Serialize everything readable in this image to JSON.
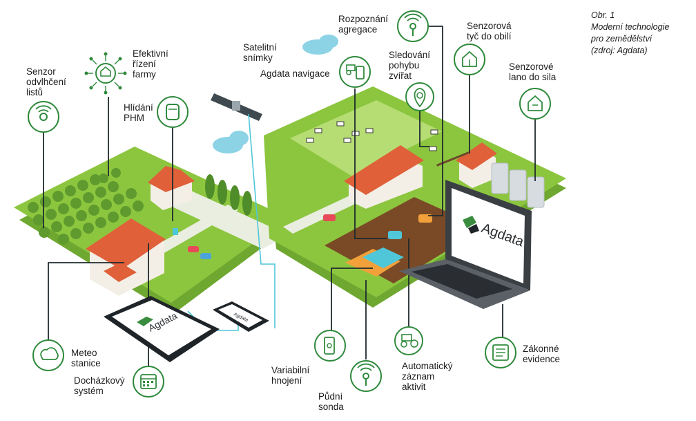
{
  "caption": {
    "figure_no": "Obr. 1",
    "title_line1": "Moderní technologie",
    "title_line2": "pro zemědělství",
    "source": "(zdroj: Agdata)"
  },
  "brand": "Agdata",
  "colors": {
    "icon_green": "#2f8a3c",
    "grass": "#8cc63f",
    "grass_dark": "#6fa830",
    "roof": "#e0603a",
    "line_dark": "#1f2a2e",
    "line_cyan": "#4fc7d9"
  },
  "labels": {
    "senzor_listu": "Senzor\nodvlhčení\nlistů",
    "efektivni_rizeni": "Efektivní\nřízení\nfarmy",
    "hlidani_phm": "Hlídání\nPHM",
    "satelitni_snimky": "Satelitní\nsnímky",
    "agdata_navigace": "Agdata navigace",
    "rozpoznani_agregace": "Rozpoznání\nagregace",
    "sledovani_zvirat": "Sledování\npohybu\nzvířat",
    "senzor_obili": "Senzorová\ntyč do obilí",
    "senzor_sila": "Senzorové\nlano do sila",
    "meteo_stanice": "Meteo\nstanice",
    "dochazkovy_system": "Docházkový\nsystém",
    "variabilni_hnojeni": "Variabilní\nhnojení",
    "pudni_sonda": "Půdní\nsonda",
    "automaticky_zaznam": "Automatický\nzáznam\naktivit",
    "zakonne_evidence": "Zákonné\nevidence"
  },
  "icons": [
    {
      "key": "senzor_listu",
      "symbol": "leaf-sensor-icon"
    },
    {
      "key": "efektivni_rizeni",
      "symbol": "farm-network-icon"
    },
    {
      "key": "hlidani_phm",
      "symbol": "fuel-tank-icon"
    },
    {
      "key": "agdata_navigace",
      "symbol": "tractor-phone-icon"
    },
    {
      "key": "rozpoznani_agregace",
      "symbol": "signal-pin-icon"
    },
    {
      "key": "sledovani_zvirat",
      "symbol": "animal-tracking-icon"
    },
    {
      "key": "senzor_obili",
      "symbol": "grain-house-icon"
    },
    {
      "key": "senzor_sila",
      "symbol": "silo-house-icon"
    },
    {
      "key": "meteo_stanice",
      "symbol": "weather-station-icon"
    },
    {
      "key": "dochazkovy_system",
      "symbol": "calendar-icon"
    },
    {
      "key": "variabilni_hnojeni",
      "symbol": "fertilizer-phone-icon"
    },
    {
      "key": "pudni_sonda",
      "symbol": "soil-probe-icon"
    },
    {
      "key": "automaticky_zaznam",
      "symbol": "tractor-gear-icon"
    },
    {
      "key": "zakonne_evidence",
      "symbol": "legal-records-icon"
    }
  ]
}
